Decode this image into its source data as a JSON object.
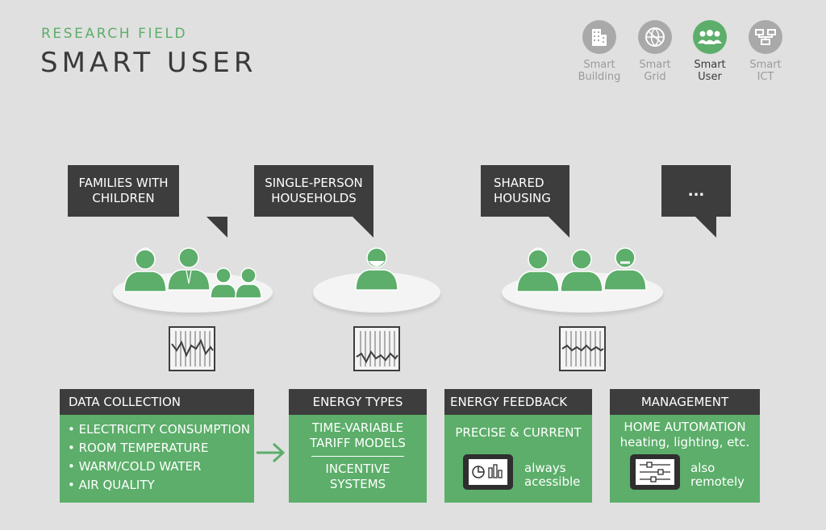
{
  "header": {
    "kicker": "RESEARCH FIELD",
    "title": "SMART USER"
  },
  "nav": [
    {
      "line1": "Smart",
      "line2": "Building",
      "icon": "building-icon",
      "active": false
    },
    {
      "line1": "Smart",
      "line2": "Grid",
      "icon": "globe-icon",
      "active": false
    },
    {
      "line1": "Smart",
      "line2": "User",
      "icon": "users-icon",
      "active": true
    },
    {
      "line1": "Smart",
      "line2": "ICT",
      "icon": "network-icon",
      "active": false
    }
  ],
  "groups": [
    {
      "line1": "FAMILIES WITH",
      "line2": "CHILDREN"
    },
    {
      "line1": "SINGLE-PERSON",
      "line2": "HOUSEHOLDS"
    },
    {
      "line1": "SHARED",
      "line2": "HOUSING"
    },
    {
      "line1": "...",
      "line2": ""
    }
  ],
  "data_collection": {
    "title": "DATA COLLECTION",
    "items": [
      "• ELECTRICITY CONSUMPTION",
      "• ROOM TEMPERATURE",
      "• WARM/COLD WATER",
      "• AIR QUALITY"
    ]
  },
  "energy_types": {
    "title": "ENERGY TYPES",
    "top1": "TIME-VARIABLE",
    "top2": "TARIFF MODELS",
    "bottom1": "INCENTIVE",
    "bottom2": "SYSTEMS"
  },
  "energy_feedback": {
    "title": "ENERGY FEEDBACK",
    "subtitle": "PRECISE & CURRENT",
    "note1": "always",
    "note2": "acessible"
  },
  "management": {
    "title": "MANAGEMENT",
    "subtitle1": "HOME AUTOMATION",
    "subtitle2": "heating, lighting, etc.",
    "note1": "also",
    "note2": "remotely"
  },
  "colors": {
    "accent": "#5cae6a",
    "dark": "#3d3d3d",
    "background": "#e0e0e0",
    "inactive": "#a9a9a9"
  }
}
